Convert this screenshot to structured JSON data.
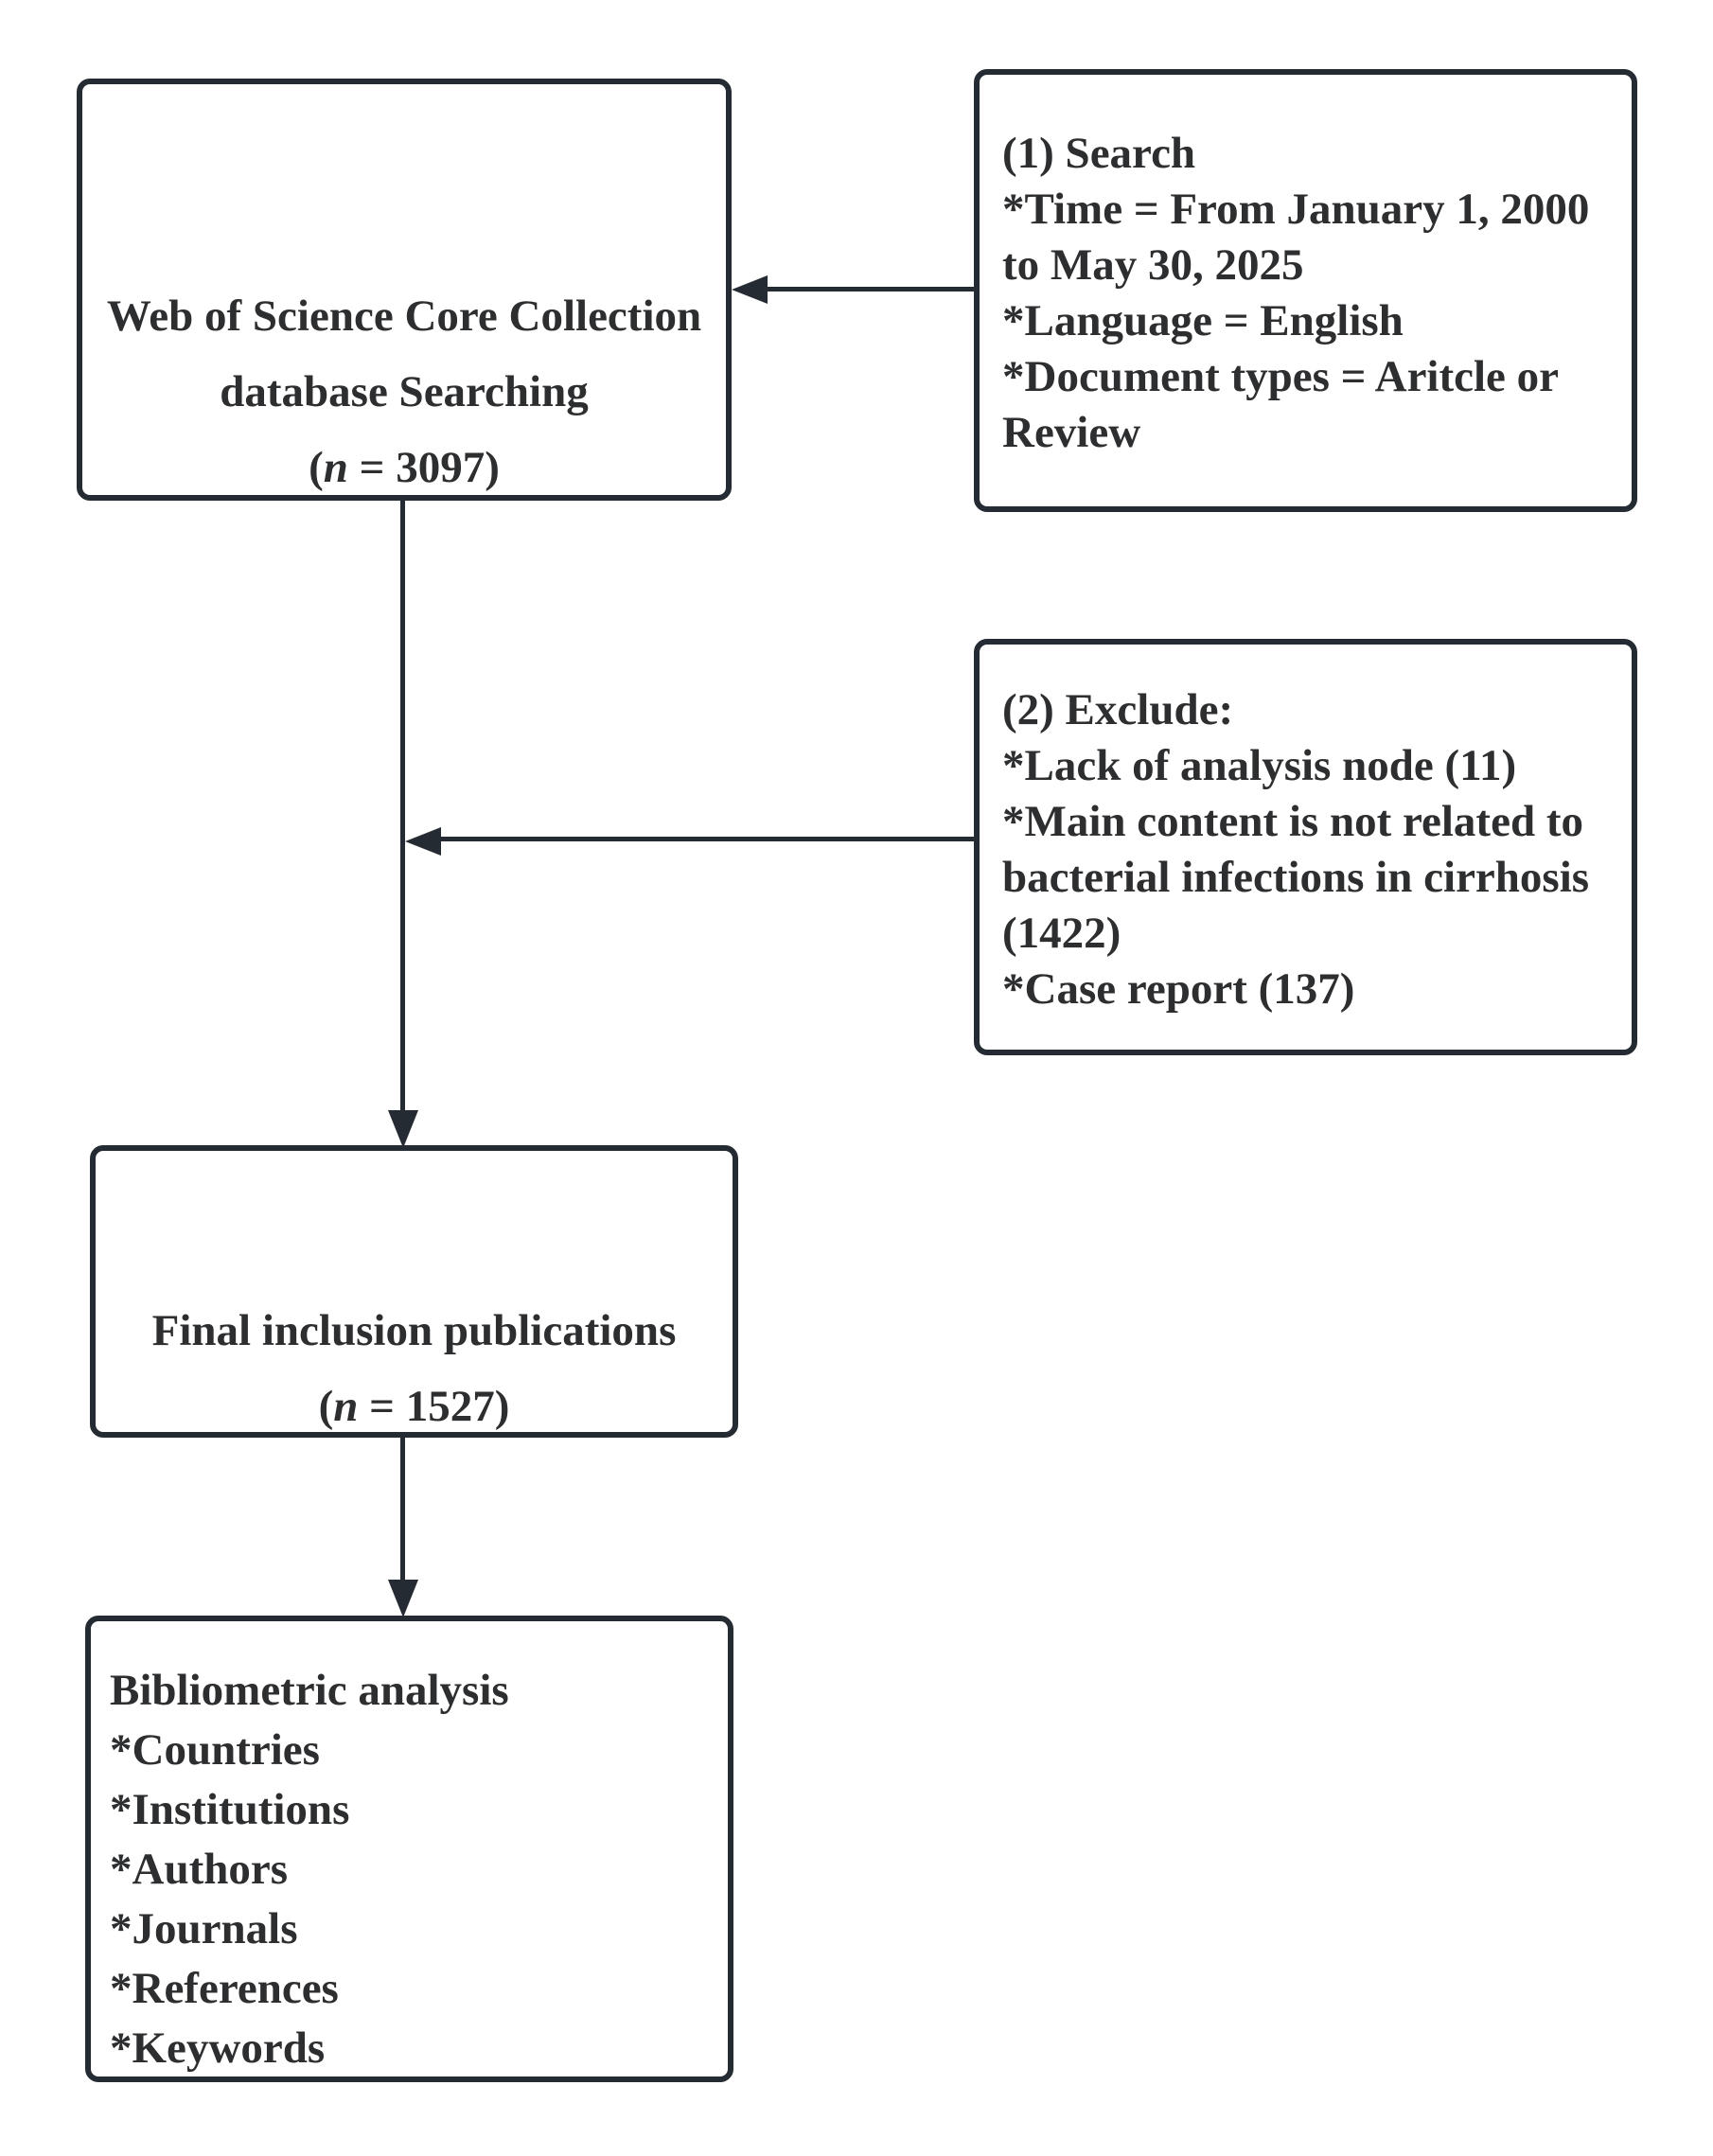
{
  "colors": {
    "line": "#252b33",
    "text": "#2d2e30",
    "background": "#ffffff"
  },
  "boxes": {
    "wos": {
      "lines": [
        "Web of Science Core Collection",
        "database Searching"
      ],
      "count": {
        "open": "(",
        "var": "n",
        "rest": " = 3097)"
      }
    },
    "search": {
      "lines": [
        "(1) Search",
        "*Time = From January 1, 2000",
        "to May 30, 2025",
        "*Language = English",
        "*Document types = Aritcle or",
        "Review"
      ]
    },
    "exclude": {
      "lines": [
        "(2) Exclude:",
        "*Lack of analysis node (11)",
        "*Main content is not related to",
        "bacterial infections in cirrhosis",
        "(1422)",
        "*Case report (137)"
      ]
    },
    "final": {
      "lines": [
        "Final inclusion publications"
      ],
      "count": {
        "open": "(",
        "var": "n",
        "rest": " = 1527)"
      }
    },
    "biblio": {
      "title": "Bibliometric analysis",
      "items": [
        "*Countries",
        "*Institutions",
        "*Authors",
        "*Journals",
        "*References",
        "*Keywords"
      ]
    }
  }
}
